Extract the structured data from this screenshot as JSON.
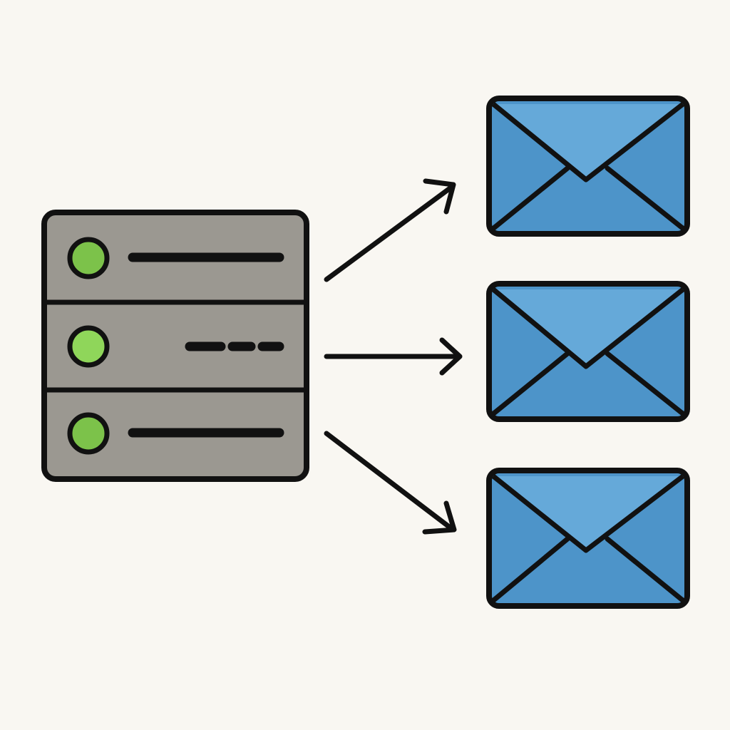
{
  "diagram": {
    "background_color": "#f9f7f2",
    "outline_color": "#111111",
    "server": {
      "icon": "server-icon",
      "body_color": "#9b9891",
      "units": [
        {
          "status": "online",
          "led_color": "#7cc24a",
          "indicator": "solid-line"
        },
        {
          "status": "online",
          "led_color": "#8fd65a",
          "indicator": "dashed-line"
        },
        {
          "status": "online",
          "led_color": "#7cc24a",
          "indicator": "solid-line"
        }
      ]
    },
    "arrows": [
      {
        "from": "server",
        "to": "envelope-1",
        "icon": "arrow-right-icon"
      },
      {
        "from": "server",
        "to": "envelope-2",
        "icon": "arrow-right-icon"
      },
      {
        "from": "server",
        "to": "envelope-3",
        "icon": "arrow-right-icon"
      }
    ],
    "envelopes": [
      {
        "icon": "envelope-icon",
        "color": "#4d94c9",
        "flap_color": "#65a9d9"
      },
      {
        "icon": "envelope-icon",
        "color": "#4d94c9",
        "flap_color": "#65a9d9"
      },
      {
        "icon": "envelope-icon",
        "color": "#4d94c9",
        "flap_color": "#65a9d9"
      }
    ]
  }
}
